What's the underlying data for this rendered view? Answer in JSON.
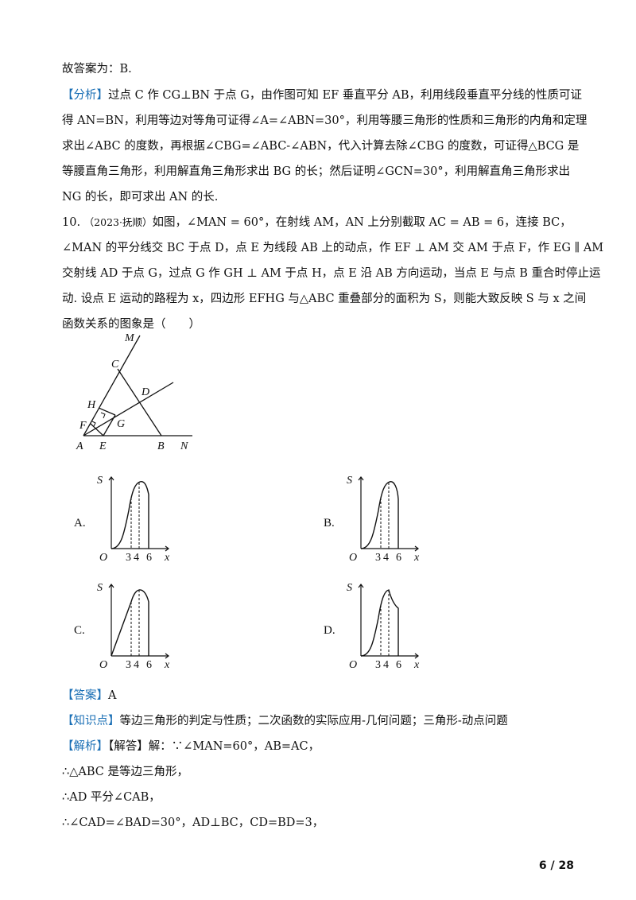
{
  "lines": {
    "l1": "故答案为：B.",
    "l2_tag": "【分析】",
    "l2": "过点 C 作 CG⊥BN 于点 G，由作图可知 EF 垂直平分 AB，利用线段垂直平分线的性质可证",
    "l3": "得 AN=BN，利用等边对等角可证得∠A=∠ABN=30°，利用等腰三角形的性质和三角形的内角和定理",
    "l4": "求出∠ABC 的度数，再根据∠CBG=∠ABC-∠ABN，代入计算去除∠CBG 的度数，可证得△BCG 是",
    "l5": "等腰直角三角形，利用解直角三角形求出 BG 的长；然后证明∠GCN=30°，利用解直角三角形求出",
    "l6": "NG 的长，即可求出 AN 的长.",
    "q_num": "10.",
    "q_source": "（2023·抚顺）",
    "q1": "如图，∠MAN = 60°，在射线 AM，AN 上分别截取 AC = AB = 6，连接 BC，",
    "q2": "∠MAN 的平分线交 BC 于点 D，点 E 为线段 AB 上的动点，作 EF ⊥ AM 交 AM 于点 F，作 EG ∥ AM",
    "q3": "交射线 AD 于点 G，过点 G 作 GH ⊥ AM 于点 H，点 E 沿 AB 方向运动，当点 E 与点 B 重合时停止运",
    "q4": "动. 设点 E 运动的路程为 x，四边形 EFHG 与△ABC 重叠部分的面积为 S，则能大致反映 S 与 x 之间",
    "q5": "函数关系的图象是（　　）",
    "ans_tag": "【答案】",
    "ans": "A",
    "kp_tag": "【知识点】",
    "kp": "等边三角形的判定与性质；二次函数的实际应用-几何问题；三角形-动点问题",
    "sol_tag": "【解析】",
    "sol": "【解答】解：∵∠MAN=60°，AB=AC，",
    "s2": "∴△ABC 是等边三角形，",
    "s3": "∴AD 平分∠CAB，",
    "s4": "∴∠CAD=∠BAD=30°，AD⊥BC，CD=BD=3，"
  },
  "figure": {
    "points": [
      "M",
      "C",
      "D",
      "H",
      "F",
      "G",
      "A",
      "E",
      "B",
      "N"
    ]
  },
  "options": [
    {
      "label": "A.",
      "S": "S",
      "O": "O",
      "x": "x",
      "ticks": [
        "3",
        "4",
        "6"
      ]
    },
    {
      "label": "B.",
      "S": "S",
      "O": "O",
      "x": "x",
      "ticks": [
        "3",
        "4",
        "6"
      ]
    },
    {
      "label": "C.",
      "S": "S",
      "O": "O",
      "x": "x",
      "ticks": [
        "3",
        "4",
        "6"
      ]
    },
    {
      "label": "D.",
      "S": "S",
      "O": "O",
      "x": "x",
      "ticks": [
        "3",
        "4",
        "6"
      ]
    }
  ],
  "page": "6 / 28"
}
